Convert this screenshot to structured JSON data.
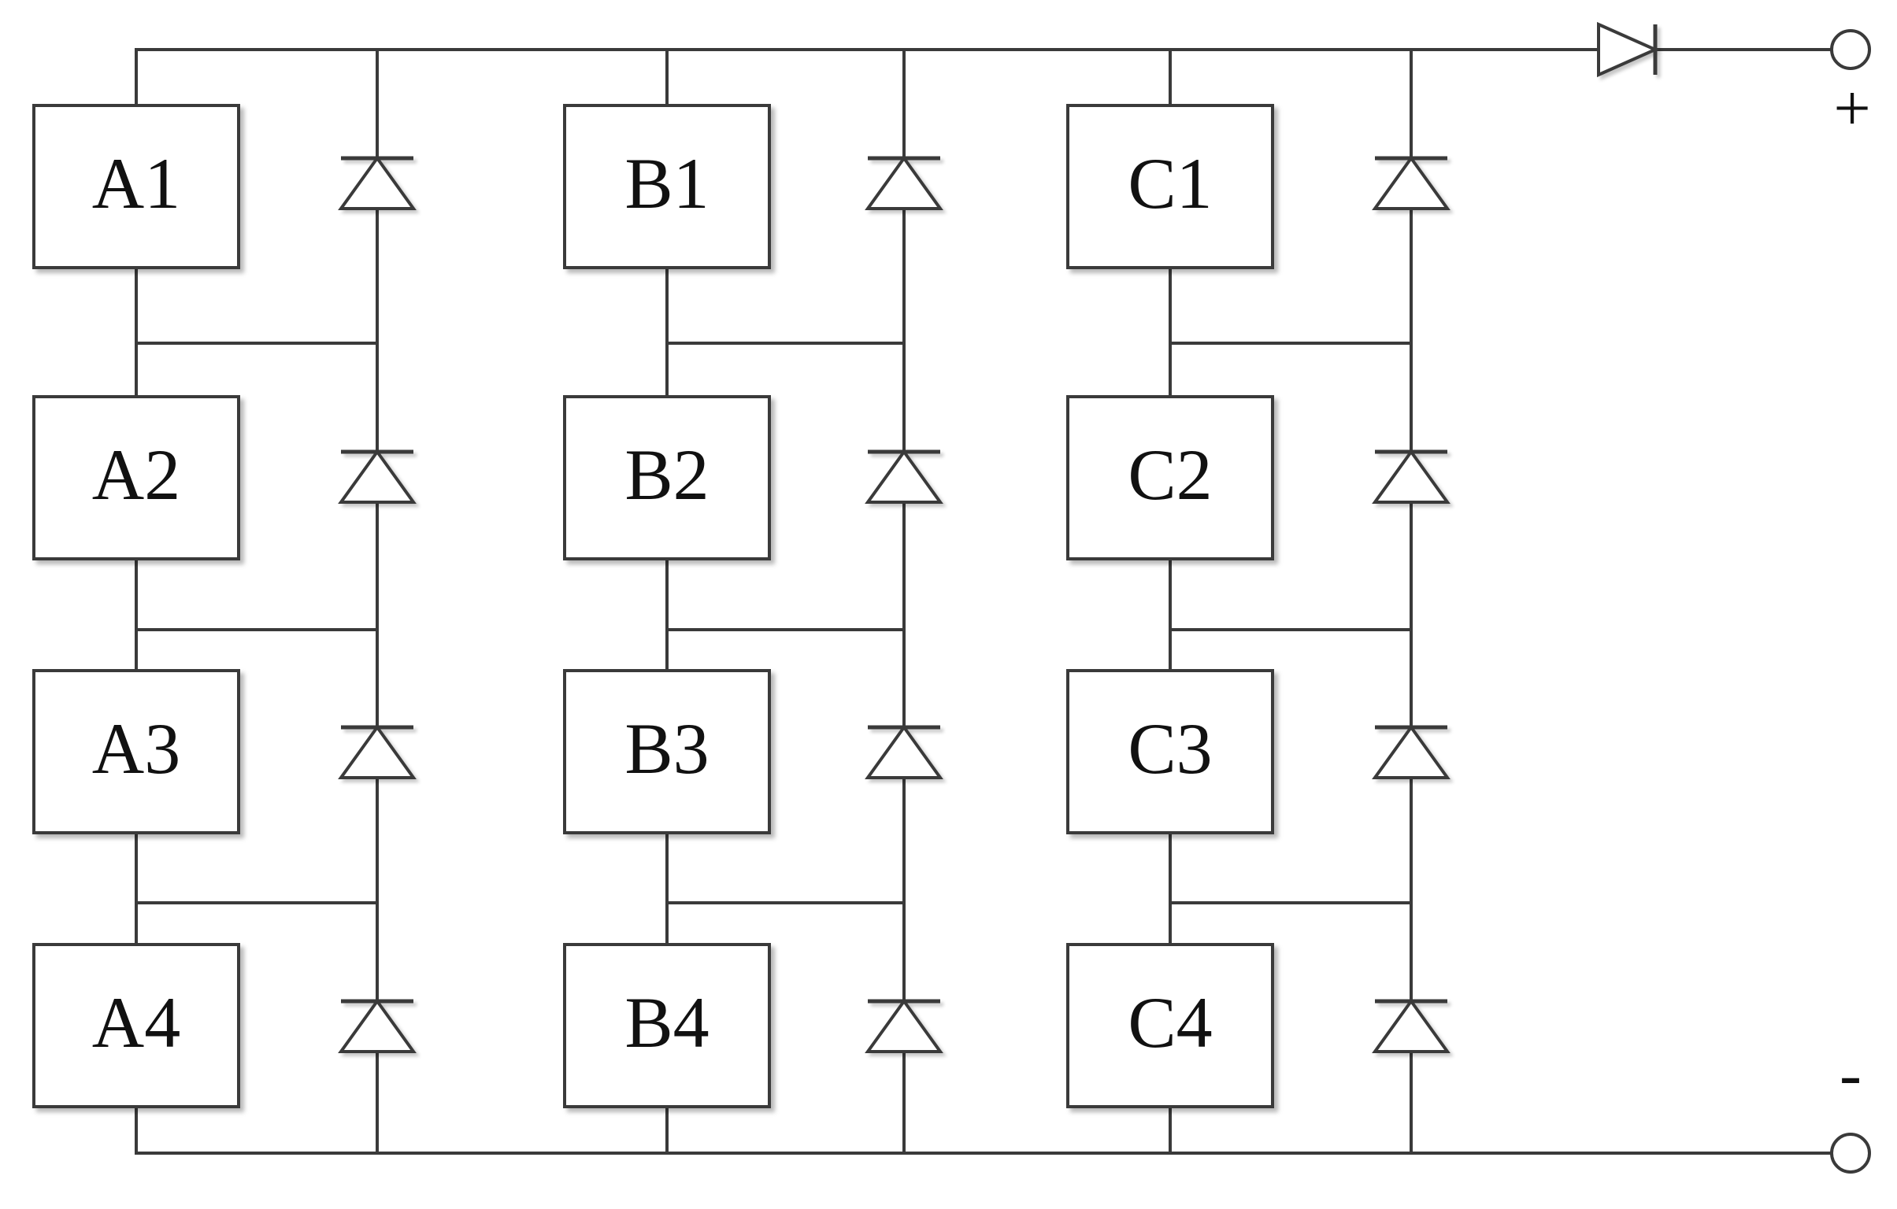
{
  "diagram": {
    "columns": [
      {
        "id": "A",
        "modules": [
          "A1",
          "A2",
          "A3",
          "A4"
        ]
      },
      {
        "id": "B",
        "modules": [
          "B1",
          "B2",
          "B3",
          "B4"
        ]
      },
      {
        "id": "C",
        "modules": [
          "C1",
          "C2",
          "C3",
          "C4"
        ]
      }
    ],
    "terminals": {
      "positive": "+",
      "negative": "-"
    }
  }
}
